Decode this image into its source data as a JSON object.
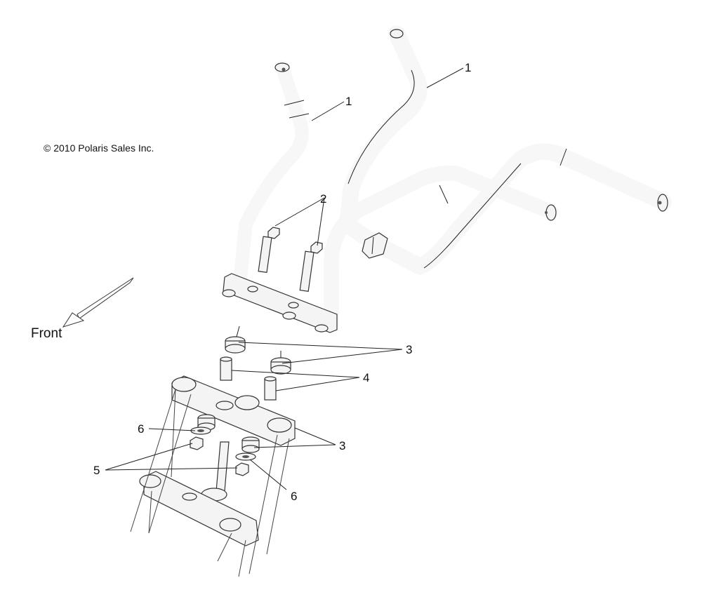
{
  "copyright": "© 2010 Polaris Sales Inc.",
  "direction_label": "Front",
  "callouts": {
    "c1a": "1",
    "c1b": "1",
    "c2": "2",
    "c3a": "3",
    "c3b": "3",
    "c4": "4",
    "c5": "5",
    "c6a": "6",
    "c6b": "6"
  },
  "parts": {
    "handlebar-standard": "1",
    "handlebar-tall": "1",
    "handlebar-bolt": "2",
    "riser-bushing": "3",
    "spacer-sleeve": "4",
    "nut": "5",
    "washer": "6"
  }
}
